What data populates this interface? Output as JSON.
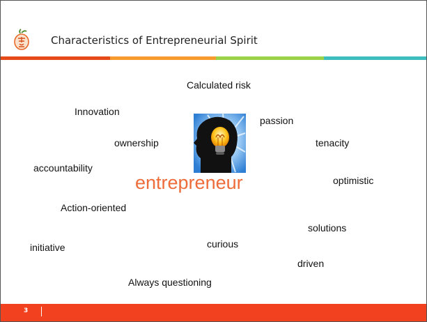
{
  "slide": {
    "title": "Characteristics of Entrepreneurial Spirit",
    "center_word": "entrepreneur",
    "page_number": "3",
    "accent_colors": [
      "#e64a19",
      "#f89b2e",
      "#9bd24a",
      "#3dbdbd"
    ],
    "footer_color": "#f1411f",
    "center_word_color": "#ed6c3a"
  },
  "words": {
    "calculated_risk": "Calculated risk",
    "innovation": "Innovation",
    "passion": "passion",
    "ownership": "ownership",
    "tenacity": "tenacity",
    "accountability": "accountability",
    "optimistic": "optimistic",
    "action_oriented": "Action-oriented",
    "solutions": "solutions",
    "initiative": "initiative",
    "curious": "curious",
    "driven": "driven",
    "always_questioning": "Always questioning"
  },
  "icons": {
    "logo": "chinese-character-logo-icon",
    "center_image": "head-with-lightbulb-icon"
  }
}
